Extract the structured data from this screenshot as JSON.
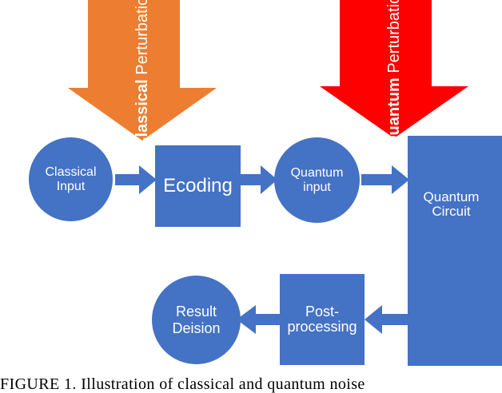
{
  "figure": {
    "caption": "FIGURE  1.   Illustration  of  classical  and  quantum  noise",
    "colors": {
      "node_blue": "#4472C4",
      "classical_attack_orange": "#ED7D31",
      "quantum_attack_red": "#FF0000",
      "background": "#FFFFFF",
      "label_text": "#FFFFFF"
    }
  },
  "attacks": {
    "classical": {
      "emphasis": "Classical",
      "rest": " Perturbation Attack",
      "color": "#ED7D31"
    },
    "quantum": {
      "emphasis": "Quantum",
      "rest": " Perturbation Attack",
      "color": "#FF0000"
    }
  },
  "nodes": {
    "classical_input": "Classical\nInput",
    "ecoding": "Ecoding",
    "quantum_input": "Quantum\ninput",
    "quantum_circuit": "Quantum\nCircuit",
    "post_processing": "Post-\nprocessing",
    "result_decision": "Result\nDeision"
  },
  "chart_data": {
    "type": "diagram",
    "title": "Illustration of classical and quantum noise",
    "nodes": [
      {
        "id": "classical_input",
        "label": "Classical Input",
        "shape": "circle",
        "color": "#4472C4"
      },
      {
        "id": "ecoding",
        "label": "Ecoding",
        "shape": "rectangle",
        "color": "#4472C4"
      },
      {
        "id": "quantum_input",
        "label": "Quantum input",
        "shape": "circle",
        "color": "#4472C4"
      },
      {
        "id": "quantum_circuit",
        "label": "Quantum Circuit",
        "shape": "rectangle",
        "color": "#4472C4"
      },
      {
        "id": "post_processing",
        "label": "Post-processing",
        "shape": "rectangle",
        "color": "#4472C4"
      },
      {
        "id": "result_decision",
        "label": "Result Deision",
        "shape": "circle",
        "color": "#4472C4"
      }
    ],
    "edges": [
      {
        "from": "classical_input",
        "to": "ecoding",
        "direction": "right"
      },
      {
        "from": "ecoding",
        "to": "quantum_input",
        "direction": "right"
      },
      {
        "from": "quantum_input",
        "to": "quantum_circuit",
        "direction": "right"
      },
      {
        "from": "quantum_circuit",
        "to": "post_processing",
        "direction": "left"
      },
      {
        "from": "post_processing",
        "to": "result_decision",
        "direction": "left"
      }
    ],
    "annotations": [
      {
        "label": "Classical Perturbation Attack",
        "target": "classical_input",
        "shape": "down-arrow",
        "color": "#ED7D31"
      },
      {
        "label": "Quantum Perturbation Attack",
        "target": "quantum_input",
        "shape": "down-arrow",
        "color": "#FF0000"
      }
    ]
  }
}
